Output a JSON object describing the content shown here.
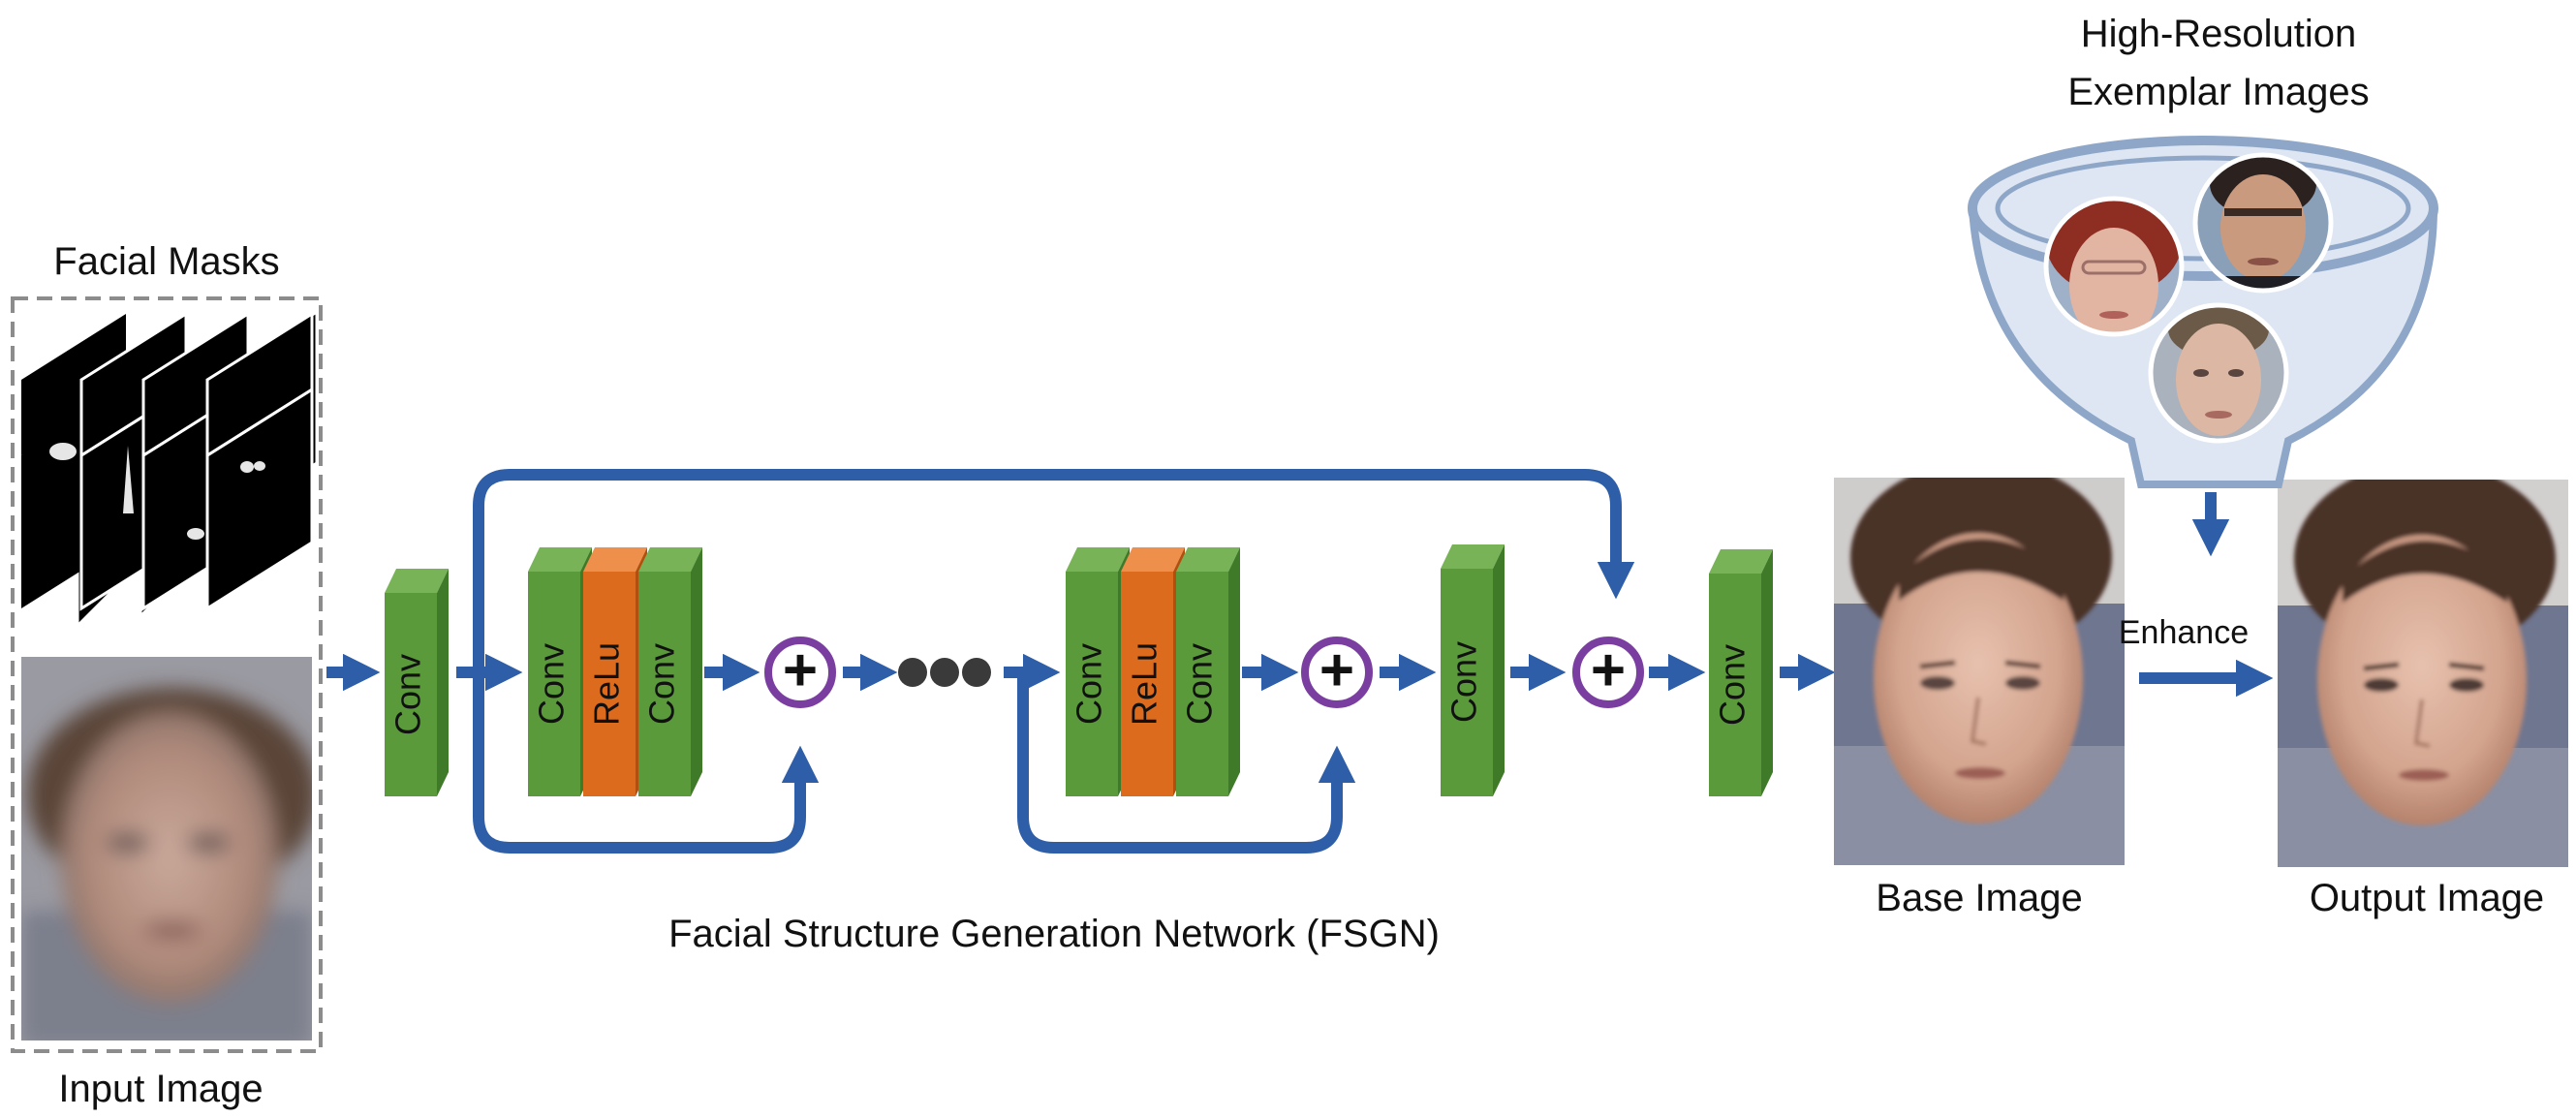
{
  "labels": {
    "facial_masks": "Facial Masks",
    "input_image": "Input Image",
    "fsgn": "Facial Structure Generation Network (FSGN)",
    "base_image": "Base Image",
    "output_image": "Output Image",
    "exemplar_line1": "High-Resolution",
    "exemplar_line2": "Exemplar Images",
    "enhance": "Enhance"
  },
  "blocks": {
    "conv": "Conv",
    "relu": "ReLu",
    "plus": "+"
  },
  "colors": {
    "arrow": "#2e5ea7",
    "conv_front": "#5a9a3a",
    "conv_side": "#3f7a28",
    "conv_top": "#78b457",
    "relu_front": "#dd6b1e",
    "relu_side": "#b24f0e",
    "relu_top": "#ee8f4c",
    "plus_ring": "#7a3ea0",
    "plus_sign": "#1b3e78",
    "funnel": "#8ea7c8",
    "funnel_fill": "#dde6f2",
    "dashed_box": "#8c8c8c"
  },
  "icons": {
    "plus": "circled-plus-icon",
    "ellipsis": "ellipsis-dots-icon"
  }
}
